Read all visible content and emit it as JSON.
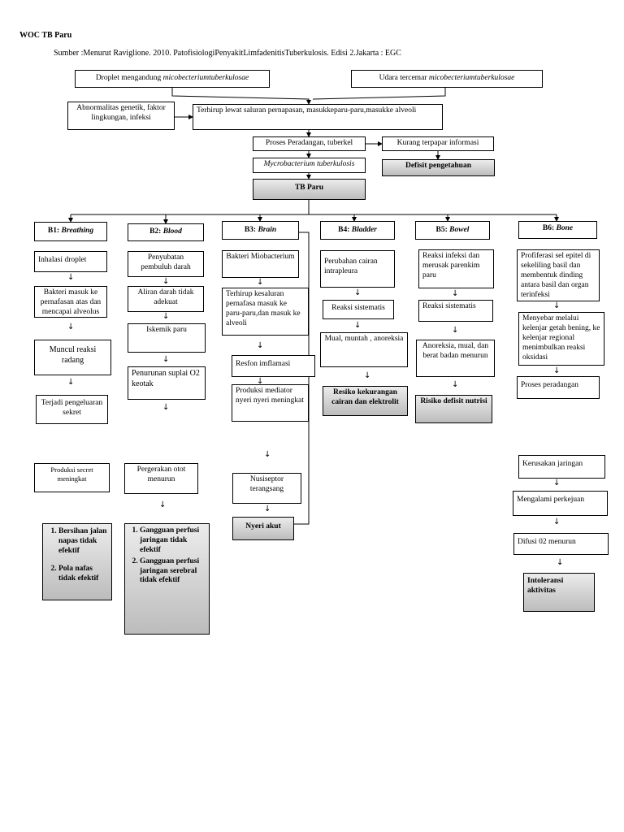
{
  "title": "WOC TB Paru",
  "source": "Sumber :Menurut Raviglione. 2010. PatofisiologiPenyakitLimfadenitisTuberkulosis. Edisi 2.Jakarta : EGC",
  "top": {
    "droplet_prefix": "Droplet mengandung ",
    "droplet_italic": "micobecteriumtuberkulosae",
    "udara_prefix": "Udara tercemar ",
    "udara_italic": "micobecteriumtuberkulosae",
    "abnormal": "Abnormalitas genetik, faktor lingkungan, infeksi",
    "terhirup": "Terhirup lewat saluran pernapasan, masukkeparu-paru,masukke alveoli",
    "proses": "Proses Peradangan, tuberkel",
    "kurang": "Kurang terpapar informasi",
    "myco": "Mycrobacterium tuberkulosis",
    "defisit": "Defisit pengetahuan",
    "tbparu": "TB Paru"
  },
  "b1": {
    "head_prefix": "B1: ",
    "head_italic": "Breathing",
    "n1": "Inhalasi droplet",
    "n2": "Bakteri masuk ke pernafasan atas dan mencapai alveolus",
    "n3": "Muncul reaksi radang",
    "n4": "Terjadi pengeluaran sekret",
    "n5": "Produksi secret meningkat",
    "d1": "Bersihan jalan napas tidak efektif",
    "d2": "Pola nafas tidak efektif"
  },
  "b2": {
    "head_prefix": "B2: ",
    "head_italic": "Blood",
    "n1": "Penyubatan pembuluh darah",
    "n2": "Aliran darah tidak adekuat",
    "n3": "Iskemik paru",
    "n4": "Penurunan suplai O2 keotak",
    "n5": "Pergerakan otot menurun",
    "d1": "Gangguan perfusi jaringan tidak efektif",
    "d2": "Gangguan perfusi jaringan serebral tidak efektif"
  },
  "b3": {
    "head_prefix": "B3: ",
    "head_italic": "Brain",
    "n1": "Bakteri Miobacterium",
    "n2": "Terhirup kesaluran pernafasa masuk ke paru-paru,dan masuk ke alveoli",
    "n3": "Resfon imflamasi",
    "n4": "Produksi mediator nyeri nyeri meningkat",
    "n5": "Nusiseptor terangsang",
    "d1": "Nyeri akut"
  },
  "b4": {
    "head_prefix": "B4: ",
    "head_italic": "Bladder",
    "n1": "Perubahan cairan intrapleura",
    "n2": "Reaksi sistematis",
    "n3": "Mual, muntah , anoreksia",
    "d1": "Resiko kekurangan cairan dan elektrolit"
  },
  "b5": {
    "head_prefix": "B5: ",
    "head_italic": "Bowel",
    "n1": "Reaksi infeksi dan merusak parenkim paru",
    "n2": "Reaksi sistematis",
    "n3": "Anoreksia, mual, dan berat badan menurun",
    "d1": "Risiko defisit nutrisi"
  },
  "b6": {
    "head_prefix": "B6: ",
    "head_italic": "Bone",
    "n1": "Profiferasi sel epitel di sekeliling basil dan membentuk dinding antara basil dan organ terinfeksi",
    "n2": "Menyebar melalui kelenjar getah bening, ke kelenjar regional menimbulkan reaksi oksidasi",
    "n3": "Proses peradangan",
    "n4": "Kerusakan jaringan",
    "n5": "Mengalami perkejuan",
    "n6": "Difusi 02 menurun",
    "d1": "Intoleransi aktivitas"
  }
}
